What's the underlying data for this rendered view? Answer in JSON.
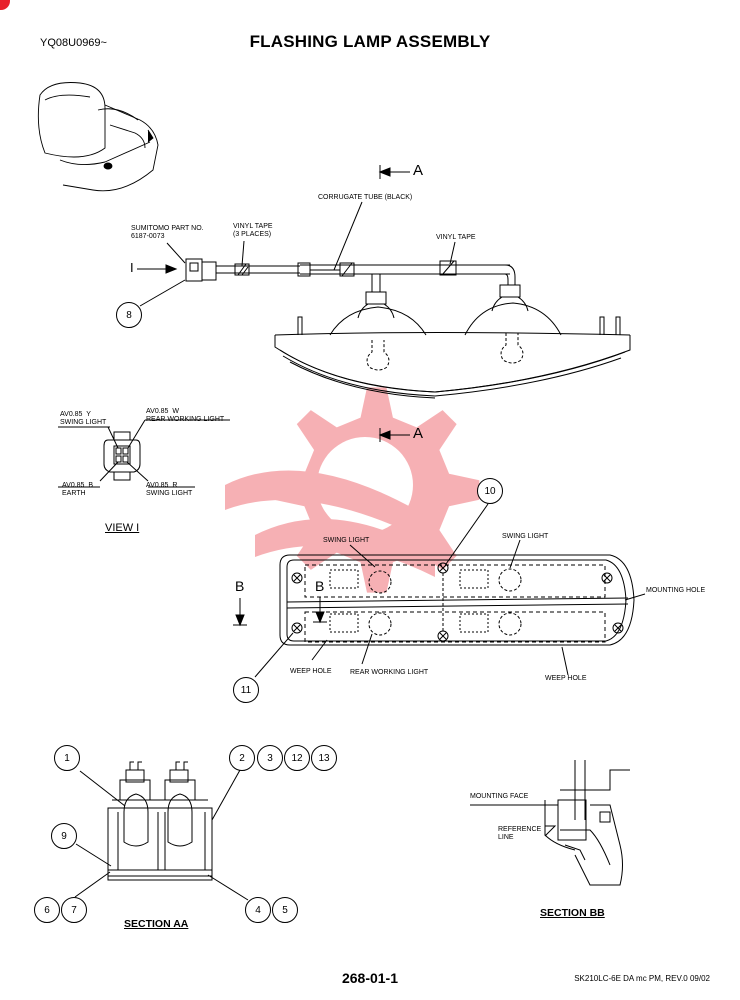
{
  "header": {
    "code": "YQ08U0969~",
    "title": "FLASHING LAMP ASSEMBLY"
  },
  "labels": {
    "arrow_a_top": "A",
    "arrow_a_mid": "A",
    "arrow_i": "I",
    "sumitomo": "SUMITOMO PART NO.\n6187-0073",
    "vinyl_tape_3": "VINYL TAPE\n(3 PLACES)",
    "corrugate": "CORRUGATE TUBE (BLACK)",
    "vinyl_tape": "VINYL TAPE",
    "av_y": "AV0.85  Y\nSWING LIGHT",
    "av_w": "AV0.85  W\nREAR WORKING LIGHT",
    "av_b": "AV0.85  B\nEARTH",
    "av_r": "AV0.85  R\nSWING LIGHT",
    "view_i": "VIEW I",
    "swing_light_1": "SWING LIGHT",
    "swing_light_2": "SWING LIGHT",
    "mounting_hole": "MOUNTING HOLE",
    "arrow_b_left": "B",
    "arrow_b_inner": "B",
    "weep_hole_1": "WEEP HOLE",
    "rear_working_light": "REAR WORKING LIGHT",
    "weep_hole_2": "WEEP HOLE",
    "mounting_face": "MOUNTING FACE",
    "reference_line": "REFERENCE\nLINE",
    "section_aa": "SECTION AA",
    "section_bb": "SECTION BB"
  },
  "callouts": [
    "8",
    "10",
    "11",
    "1",
    "2",
    "3",
    "12",
    "13",
    "9",
    "6",
    "7",
    "4",
    "5"
  ],
  "footer": {
    "page": "268-01-1",
    "model": "SK210LC-6E DA mc PM,  REV.0 09/02"
  },
  "colors": {
    "watermark": "#e8202a",
    "line": "#000000"
  }
}
